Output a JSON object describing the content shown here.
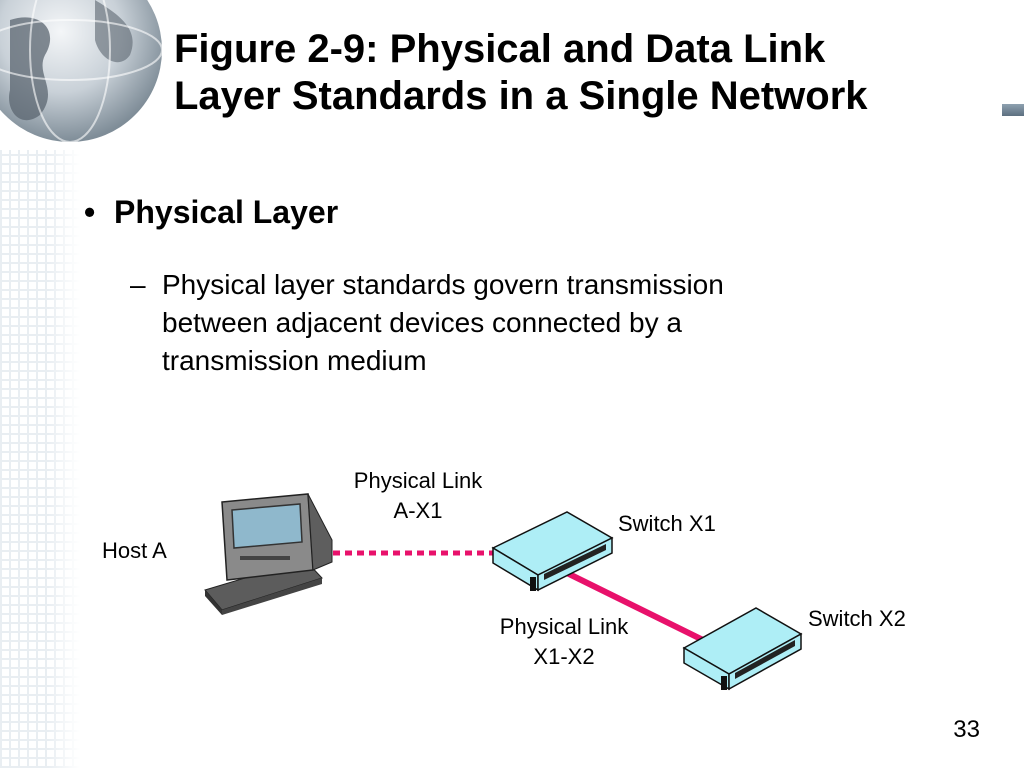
{
  "title": {
    "line1": "Figure 2-9: Physical and Data Link",
    "line2": "Layer Standards in a Single Network"
  },
  "bullet": {
    "symbol": "•",
    "heading": "Physical Layer"
  },
  "subpoint": {
    "dash": "–",
    "line1": "Physical layer standards govern transmission",
    "line2": "between adjacent devices connected by a",
    "line3": "transmission medium"
  },
  "diagram": {
    "host": {
      "label": "Host A"
    },
    "switch1": {
      "label": "Switch X1"
    },
    "switch2": {
      "label": "Switch X2"
    },
    "link_a_x1": {
      "line1": "Physical Link",
      "line2": "A-X1",
      "style": "dotted",
      "color": "#e8116b"
    },
    "link_x1_x2": {
      "line1": "Physical Link",
      "line2": "X1-X2",
      "style": "solid",
      "color": "#e8116b"
    },
    "switch_color": "#aeeef6"
  },
  "page_number": "33"
}
